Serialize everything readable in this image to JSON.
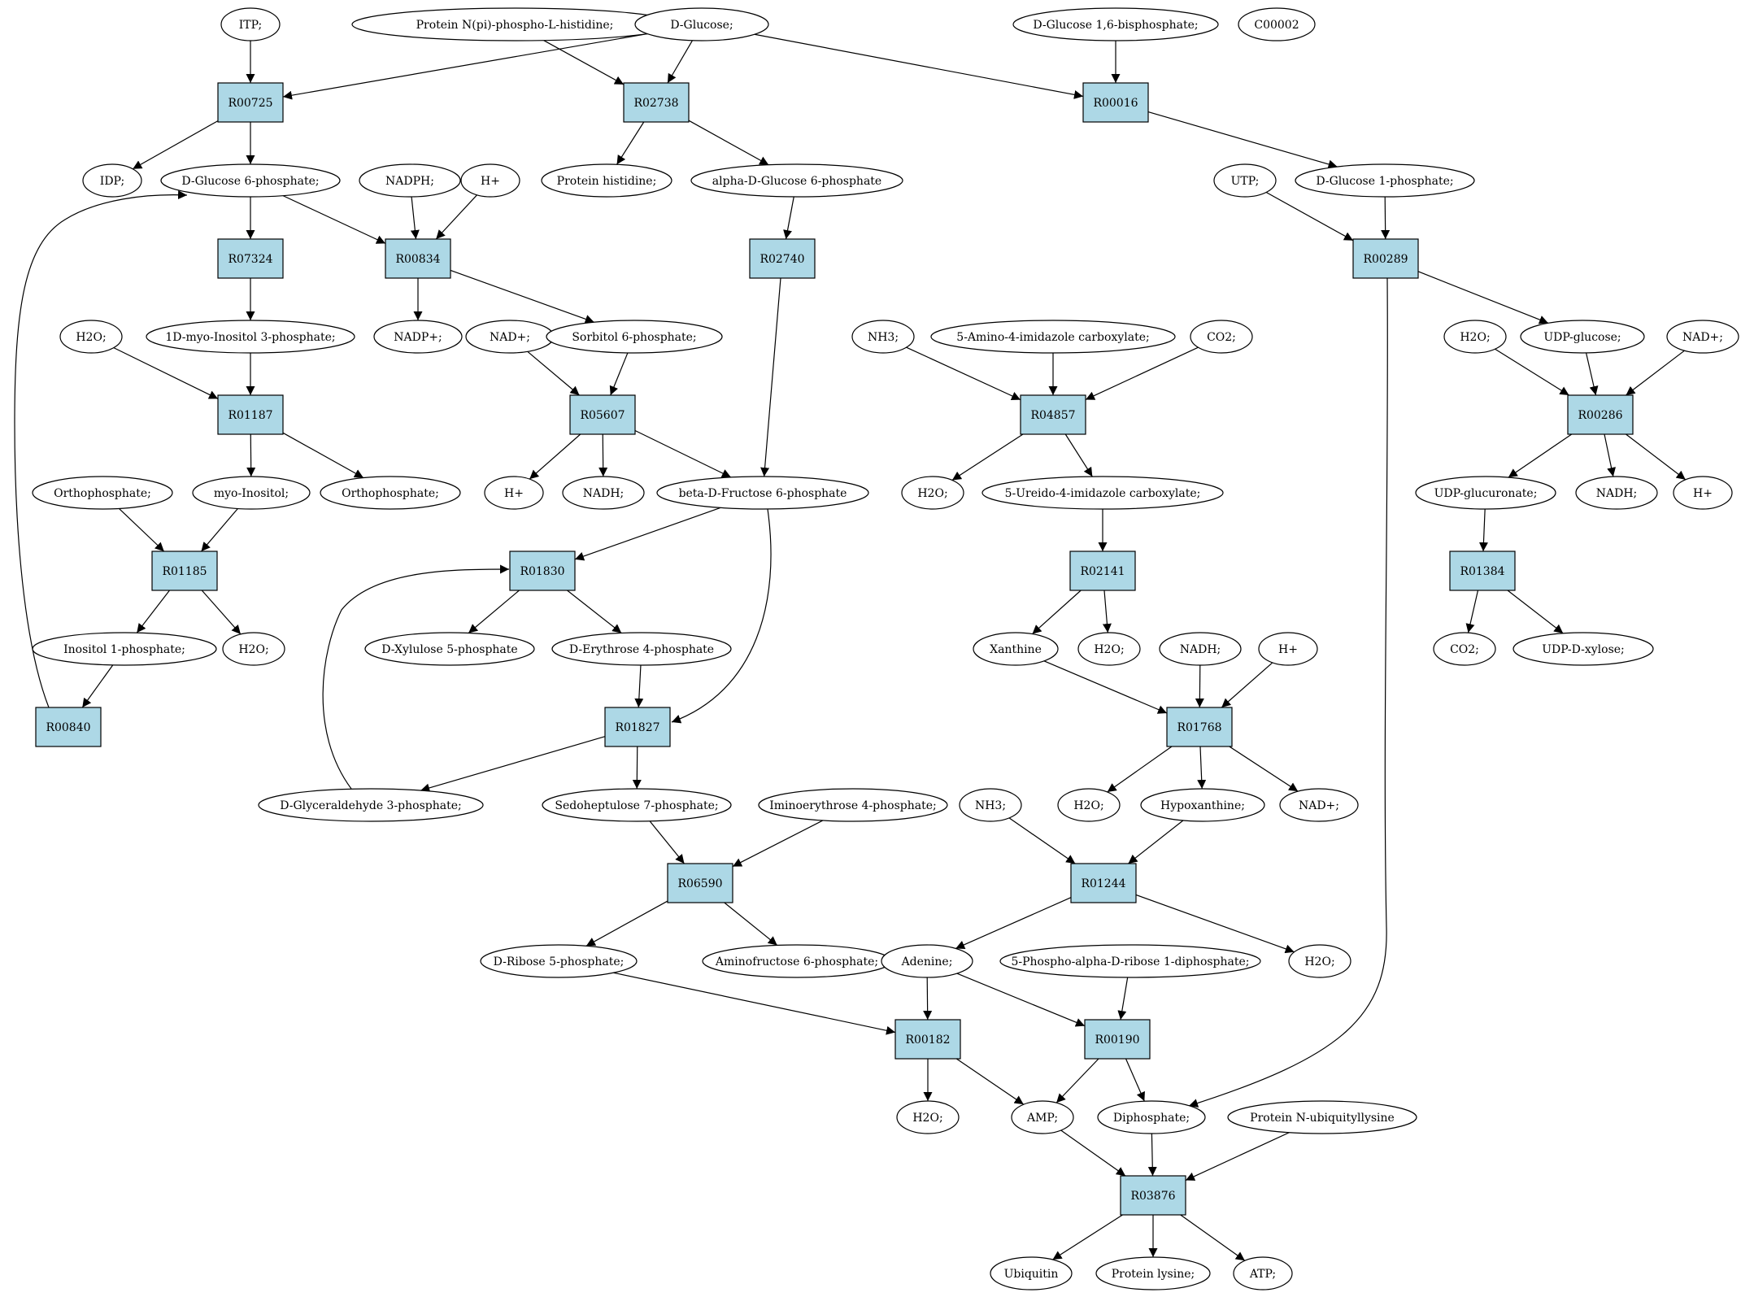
{
  "colors": {
    "reaction_fill": "#add8e6",
    "compound_fill": "#ffffff",
    "highlight_green": "#00ee00",
    "highlight_yellow": "#ffff00"
  },
  "reactions": {
    "R00725": {
      "label": "R00725"
    },
    "R02738": {
      "label": "R02738"
    },
    "R00016": {
      "label": "R00016"
    },
    "R07324": {
      "label": "R07324"
    },
    "R00834": {
      "label": "R00834"
    },
    "R02740": {
      "label": "R02740"
    },
    "R00289": {
      "label": "R00289"
    },
    "R01187": {
      "label": "R01187"
    },
    "R05607": {
      "label": "R05607"
    },
    "R04857": {
      "label": "R04857"
    },
    "R00286": {
      "label": "R00286"
    },
    "R01185": {
      "label": "R01185"
    },
    "R01830": {
      "label": "R01830"
    },
    "R02141": {
      "label": "R02141"
    },
    "R01384": {
      "label": "R01384"
    },
    "R00840": {
      "label": "R00840"
    },
    "R01827": {
      "label": "R01827"
    },
    "R01768": {
      "label": "R01768"
    },
    "R06590": {
      "label": "R06590"
    },
    "R01244": {
      "label": "R01244"
    },
    "R00182": {
      "label": "R00182"
    },
    "R00190": {
      "label": "R00190"
    },
    "R03876": {
      "label": "R03876"
    }
  },
  "compounds": {
    "itp": {
      "label": "ITP;"
    },
    "protein_npi": {
      "label": "Protein N(pi)-phospho-L-histidine;"
    },
    "d_glucose": {
      "label": "D-Glucose;",
      "fill": "#00ee00"
    },
    "glc16bp": {
      "label": "D-Glucose 1,6-bisphosphate;"
    },
    "c00002": {
      "label": "C00002",
      "fill": "#ffff00"
    },
    "idp": {
      "label": "IDP;"
    },
    "g6p": {
      "label": "D-Glucose 6-phosphate;"
    },
    "nadph": {
      "label": "NADPH;"
    },
    "hplus_1": {
      "label": "H+"
    },
    "prot_his": {
      "label": "Protein histidine;"
    },
    "a_g6p": {
      "label": "alpha-D-Glucose 6-phosphate"
    },
    "utp": {
      "label": "UTP;"
    },
    "g1p": {
      "label": "D-Glucose 1-phosphate;"
    },
    "h2o_1": {
      "label": "H2O;"
    },
    "mi3p": {
      "label": "1D-myo-Inositol 3-phosphate;"
    },
    "nadp": {
      "label": "NADP+;"
    },
    "nad_1": {
      "label": "NAD+;"
    },
    "sorb6p": {
      "label": "Sorbitol 6-phosphate;"
    },
    "nh3_1": {
      "label": "NH3;"
    },
    "aica": {
      "label": "5-Amino-4-imidazole carboxylate;"
    },
    "co2_1": {
      "label": "CO2;"
    },
    "h2o_2": {
      "label": "H2O;"
    },
    "udpglc": {
      "label": "UDP-glucose;"
    },
    "nad_2": {
      "label": "NAD+;"
    },
    "pi_1": {
      "label": "Orthophosphate;"
    },
    "myoino": {
      "label": "myo-Inositol;"
    },
    "pi_2": {
      "label": "Orthophosphate;"
    },
    "hplus_2": {
      "label": "H+"
    },
    "nadh_1": {
      "label": "NADH;"
    },
    "f6p": {
      "label": "beta-D-Fructose 6-phosphate"
    },
    "h2o_3": {
      "label": "H2O;"
    },
    "uica": {
      "label": "5-Ureido-4-imidazole carboxylate;"
    },
    "udpglca": {
      "label": "UDP-glucuronate;"
    },
    "nadh_2": {
      "label": "NADH;"
    },
    "hplus_3": {
      "label": "H+"
    },
    "ino1p": {
      "label": "Inositol 1-phosphate;"
    },
    "h2o_4": {
      "label": "H2O;"
    },
    "xu5p": {
      "label": "D-Xylulose 5-phosphate"
    },
    "e4p": {
      "label": "D-Erythrose 4-phosphate"
    },
    "xanthine": {
      "label": "Xanthine"
    },
    "h2o_5": {
      "label": "H2O;"
    },
    "nadh_3": {
      "label": "NADH;"
    },
    "hplus_4": {
      "label": "H+"
    },
    "co2_2": {
      "label": "CO2;"
    },
    "udpxyl": {
      "label": "UDP-D-xylose;"
    },
    "gap": {
      "label": "D-Glyceraldehyde 3-phosphate;"
    },
    "s7p": {
      "label": "Sedoheptulose 7-phosphate;"
    },
    "ie4p": {
      "label": "Iminoerythrose 4-phosphate;"
    },
    "nh3_2": {
      "label": "NH3;"
    },
    "h2o_6": {
      "label": "H2O;"
    },
    "hypox": {
      "label": "Hypoxanthine;"
    },
    "nad_3": {
      "label": "NAD+;"
    },
    "r5p": {
      "label": "D-Ribose 5-phosphate;"
    },
    "af6p": {
      "label": "Aminofructose 6-phosphate;"
    },
    "adenine": {
      "label": "Adenine;"
    },
    "prpp": {
      "label": "5-Phospho-alpha-D-ribose 1-diphosphate;"
    },
    "h2o_7": {
      "label": "H2O;"
    },
    "h2o_8": {
      "label": "H2O;"
    },
    "amp": {
      "label": "AMP;"
    },
    "ppi": {
      "label": "Diphosphate;"
    },
    "ubq_lys": {
      "label": "Protein N-ubiquityllysine"
    },
    "ubiquitin": {
      "label": "Ubiquitin"
    },
    "prot_lys": {
      "label": "Protein lysine;"
    },
    "atp": {
      "label": "ATP;"
    }
  }
}
